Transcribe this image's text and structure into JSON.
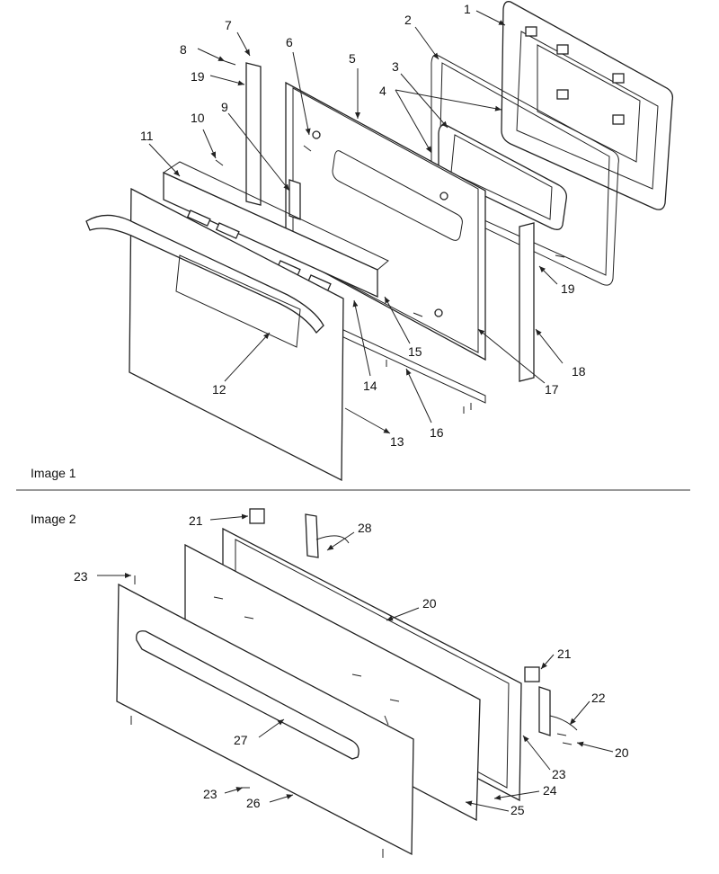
{
  "panels": [
    {
      "caption": "Image 1",
      "callouts": [
        "1",
        "2",
        "3",
        "4",
        "5",
        "6",
        "7",
        "8",
        "9",
        "10",
        "11",
        "12",
        "13",
        "14",
        "15",
        "16",
        "17",
        "18",
        "19",
        "19"
      ]
    },
    {
      "caption": "Image 2",
      "callouts": [
        "20",
        "20",
        "21",
        "21",
        "22",
        "23",
        "23",
        "23",
        "24",
        "25",
        "26",
        "27",
        "28"
      ]
    }
  ]
}
